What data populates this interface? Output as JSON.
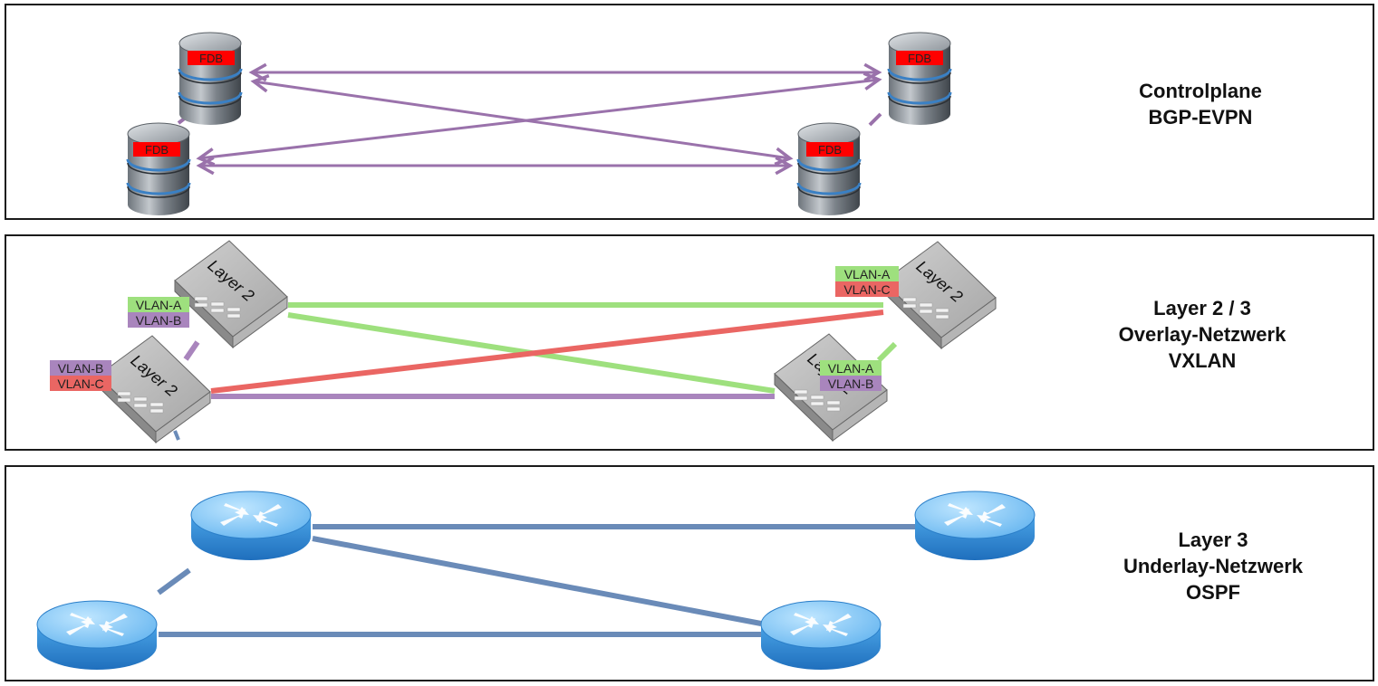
{
  "colors": {
    "controlplane_link": "#9a72ab",
    "vlan_a": "#9ee07e",
    "vlan_b": "#a985bd",
    "vlan_c": "#ea6663",
    "underlay_link": "#6a8bb8",
    "fdb_label_bg": "#ff0000",
    "panel_border": "#1a1a1a"
  },
  "controlplane": {
    "title_line1": "Controlplane",
    "title_line2": "BGP-EVPN",
    "databases": [
      {
        "label": "FDB",
        "icon": "database-icon"
      },
      {
        "label": "FDB",
        "icon": "database-icon"
      },
      {
        "label": "FDB",
        "icon": "database-icon"
      },
      {
        "label": "FDB",
        "icon": "database-icon"
      }
    ]
  },
  "overlay": {
    "title_line1": "Layer 2 / 3",
    "title_line2": "Overlay-Netzwerk",
    "title_line3": "VXLAN",
    "switches": [
      {
        "label": "Layer 2",
        "icon": "switch-icon",
        "vlans": [
          "VLAN-A",
          "VLAN-B"
        ]
      },
      {
        "label": "Layer 2",
        "icon": "switch-icon",
        "vlans": [
          "VLAN-B",
          "VLAN-C"
        ]
      },
      {
        "label": "Layer 2",
        "icon": "switch-icon",
        "vlans": [
          "VLAN-A",
          "VLAN-C"
        ]
      },
      {
        "label": "Layer 2",
        "icon": "switch-icon",
        "vlans": [
          "VLAN-A",
          "VLAN-B"
        ]
      }
    ]
  },
  "underlay": {
    "title_line1": "Layer 3",
    "title_line2": "Underlay-Netzwerk",
    "title_line3": "OSPF",
    "routers": [
      {
        "icon": "router-icon"
      },
      {
        "icon": "router-icon"
      },
      {
        "icon": "router-icon"
      },
      {
        "icon": "router-icon"
      }
    ]
  }
}
